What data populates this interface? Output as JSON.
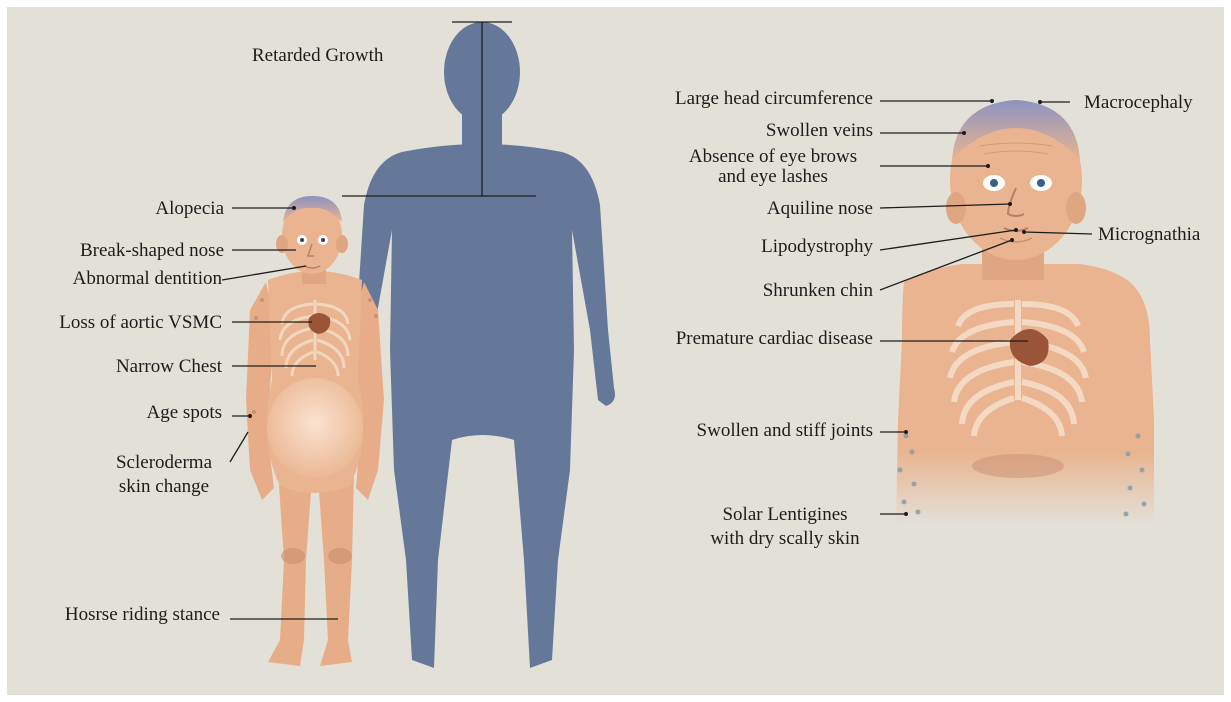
{
  "title": "Retarded Growth",
  "colors": {
    "background": "#e3e0d8",
    "adult_silhouette": "#66789a",
    "skin": "#e9b48f",
    "skin_shadow": "#c98e6e",
    "bones": "#f4dcc8",
    "heart": "#9a5438",
    "hair": "#8f95bd",
    "leader_line": "#1c1c1c"
  },
  "left_figure": {
    "labels": {
      "alopecia": "Alopecia",
      "beak_nose": "Break-shaped nose",
      "dentition": "Abnormal dentition",
      "aortic": "Loss of aortic VSMC",
      "narrow_chest": "Narrow Chest",
      "age_spots": "Age spots",
      "scleroderma_1": "Scleroderma",
      "scleroderma_2": "skin change",
      "stance": "Hosrse riding stance"
    }
  },
  "right_figure": {
    "labels": {
      "head_circ": "Large head circumference",
      "macrocephaly": "Macrocephaly",
      "swollen_veins": "Swollen veins",
      "eyebrows_1": "Absence of eye brows",
      "eyebrows_2": "and eye lashes",
      "aquiline": "Aquiline nose",
      "lipodystrophy": "Lipodystrophy",
      "micrognathia": "Micrognathia",
      "chin": "Shrunken chin",
      "cardiac": "Premature cardiac disease",
      "joints": "Swollen and stiff joints",
      "lentigines_1": "Solar Lentigines",
      "lentigines_2": "with dry scally skin"
    }
  }
}
